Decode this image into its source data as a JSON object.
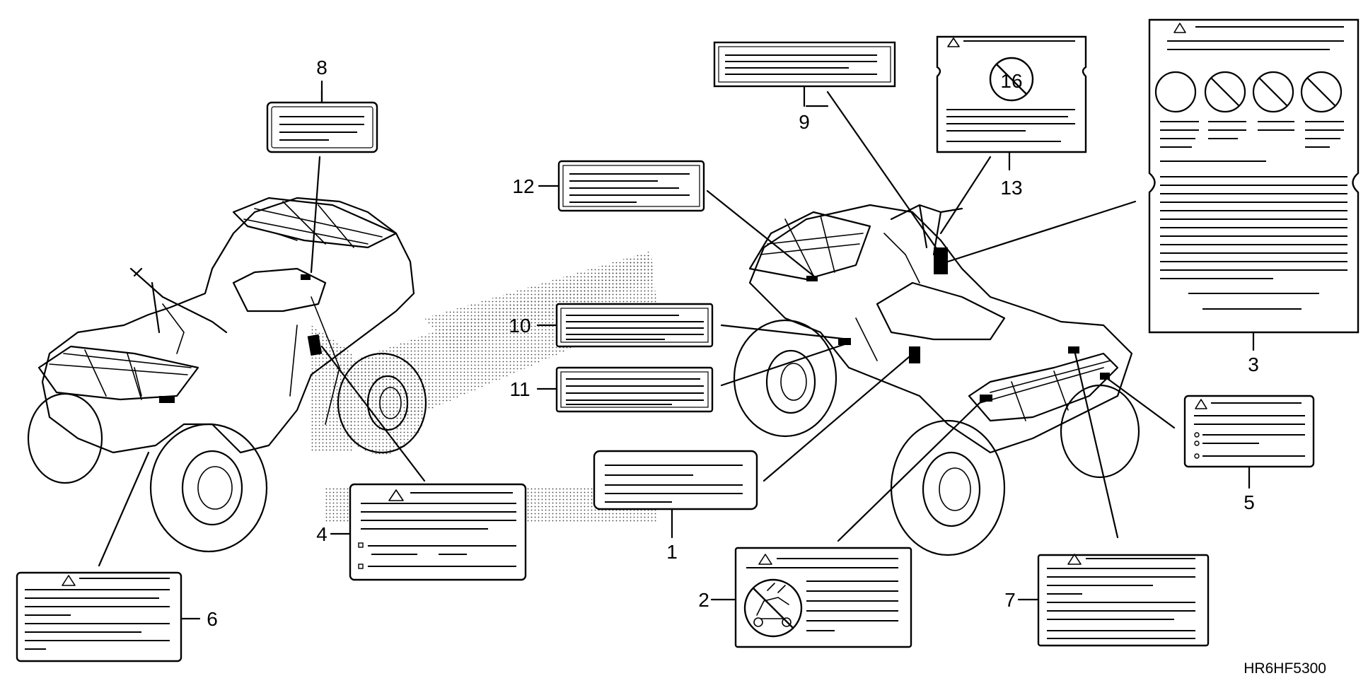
{
  "diagram_code": "HR6HF5300",
  "callouts": [
    {
      "id": "1",
      "text": "1"
    },
    {
      "id": "2",
      "text": "2"
    },
    {
      "id": "3",
      "text": "3"
    },
    {
      "id": "4",
      "text": "4"
    },
    {
      "id": "5",
      "text": "5"
    },
    {
      "id": "6",
      "text": "6"
    },
    {
      "id": "7",
      "text": "7"
    },
    {
      "id": "8",
      "text": "8"
    },
    {
      "id": "9",
      "text": "9"
    },
    {
      "id": "10",
      "text": "10"
    },
    {
      "id": "11",
      "text": "11"
    },
    {
      "id": "12",
      "text": "12"
    },
    {
      "id": "13",
      "text": "13"
    }
  ],
  "label13_number": "16",
  "icons": [
    "warning-triangle-icon",
    "no-passenger-icon",
    "age-restriction-icon",
    "no-riding-icon"
  ]
}
